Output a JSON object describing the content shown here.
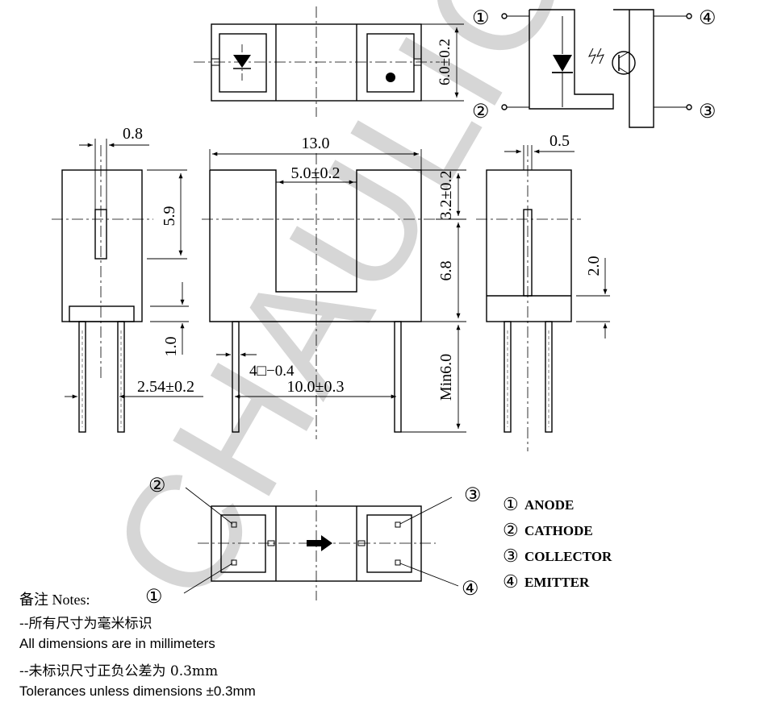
{
  "watermark": "CHAULIGHT",
  "dimensions": {
    "height_top_view": "6.0±0.2",
    "side_slot_width": "0.8",
    "side_height": "5.9",
    "side_lead_length": "1.0",
    "lead_pitch": "2.54±0.2",
    "overall_width": "13.0",
    "slot_width": "5.0±0.2",
    "upper_height": "3.2±0.2",
    "slot_depth": "6.8",
    "lead_min_length": "Min6.0",
    "lead_spacing": "10.0±0.3",
    "lead_section": "4□−0.4",
    "right_slot_width": "0.5",
    "right_aperture": "2.0"
  },
  "pins": {
    "p1": "①",
    "p2": "②",
    "p3": "③",
    "p4": "④"
  },
  "legend": [
    {
      "num": "①",
      "name": "ANODE"
    },
    {
      "num": "②",
      "name": "CATHODE"
    },
    {
      "num": "③",
      "name": "COLLECTOR"
    },
    {
      "num": "④",
      "name": "EMITTER"
    }
  ],
  "notes": {
    "title": "备注 Notes:",
    "line1": "--所有尺寸为毫米标识",
    "line2": "All dimensions are in millimeters",
    "line3": "--未标识尺寸正负公差为 0.3mm",
    "line4": "Tolerances unless dimensions ±0.3mm"
  }
}
